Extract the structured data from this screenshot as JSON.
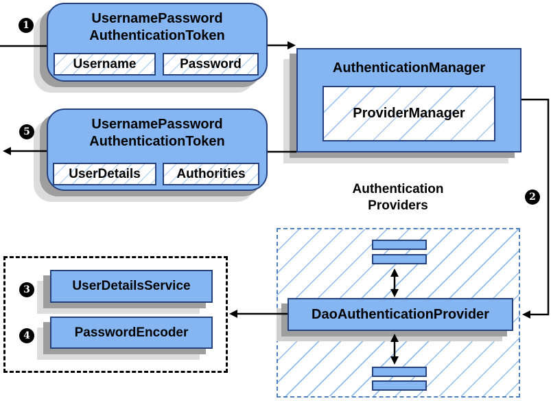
{
  "badges": {
    "step1": "1",
    "step2": "2",
    "step3": "3",
    "step4": "4",
    "step5": "5"
  },
  "token_request": {
    "title_line1": "UsernamePassword",
    "title_line2": "AuthenticationToken",
    "fields": [
      "Username",
      "Password"
    ]
  },
  "auth_manager": {
    "title": "AuthenticationManager",
    "inner": "ProviderManager"
  },
  "token_response": {
    "title_line1": "UsernamePassword",
    "title_line2": "AuthenticationToken",
    "fields": [
      "UserDetails",
      "Authorities"
    ]
  },
  "providers": {
    "label_line1": "Authentication",
    "label_line2": "Providers",
    "dao": "DaoAuthenticationProvider"
  },
  "services": {
    "user_details_service": "UserDetailsService",
    "password_encoder": "PasswordEncoder"
  },
  "colors": {
    "box_fill": "#85b6f2",
    "box_border": "#24417e",
    "hatch_line": "#9dc2ee",
    "dashed_border": "#4d7ebf",
    "shadow_dark": "#9e9e9e",
    "shadow_light": "#dcdcdc",
    "arrow": "#000000"
  }
}
